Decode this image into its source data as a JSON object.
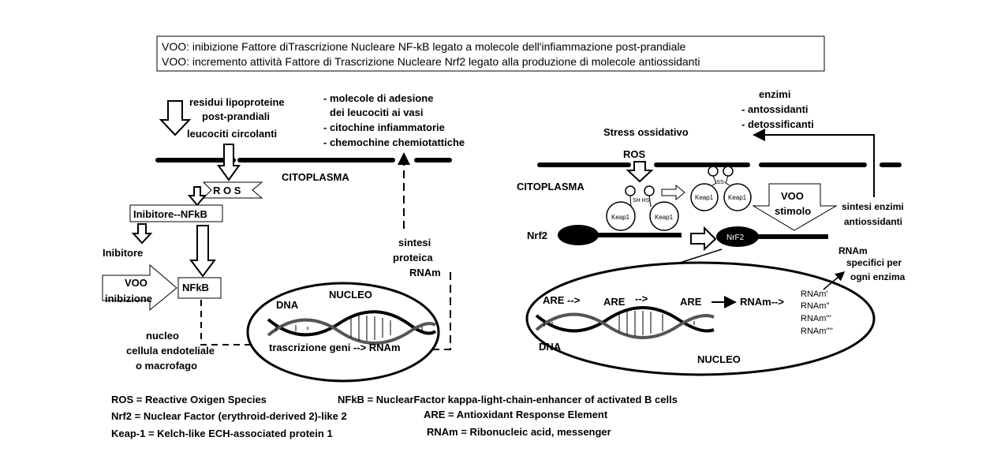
{
  "header": {
    "line1": "VOO: inibizione Fattore diTrascrizione Nucleare NF-kB  legato a molecole dell'infiammazione post-prandiale",
    "line2": "VOO: incremento attività Fattore di Trascrizione Nucleare Nrf2 legato alla produzione di molecole antiossidanti"
  },
  "left": {
    "residui": [
      "residui lipoproteine",
      "post-prandiali",
      "leucociti circolanti"
    ],
    "molecole": [
      "- molecole di adesione",
      "dei leucociti ai vasi",
      "- citochine infiammatorie",
      "- chemochine chemiotattiche"
    ],
    "citoplasma": "CITOPLASMA",
    "ros": "R O S",
    "inibitore_nfkb": "Inibitore--NFkB",
    "inibitore": "Inibitore",
    "voo": "VOO",
    "inibizione": "inibizione",
    "nfkb": "NFkB",
    "sintesi": [
      "sintesi",
      "proteica",
      "RNAm"
    ],
    "nucleo_desc": [
      "nucleo",
      "cellula endoteliale",
      "o macrofago"
    ],
    "dna": "DNA",
    "nucleo": "NUCLEO",
    "trascrizione": "trascrizione geni --> RNAm"
  },
  "right": {
    "enzimi": [
      "enzimi",
      "- antossidanti",
      "- detossificanti"
    ],
    "stress": "Stress ossidativo",
    "ros": "ROS",
    "citoplasma": "CITOPLASMA",
    "sh_hs": "SH HS",
    "ss": "-SS-",
    "keap1": "Keap1",
    "voo": "VOO",
    "stimolo": "stimolo",
    "sintesi_enzimi": [
      "sintesi enzimi",
      "antiossidanti"
    ],
    "nrf2": "Nrf2",
    "nrf2_box": "NrF2",
    "rnam": "RNAm",
    "specifici": [
      "specifici per",
      "ogni enzima"
    ],
    "are1": "ARE -->",
    "are2": "ARE",
    "arrow_small": "-->",
    "are3": "ARE",
    "rnam_arrow": "RNAm-->",
    "rnam_list": [
      "RNAm'",
      "RNAm''",
      "RNAm'''",
      "RNAm''''"
    ],
    "dna": "DNA",
    "nucleo": "NUCLEO"
  },
  "legend": {
    "ros": "ROS = Reactive Oxigen Species",
    "nfkb": "NFkB = NuclearFactor kappa-light-chain-enhancer of activated B cells",
    "nrf2": "Nrf2 = Nuclear Factor (erythroid-derived 2)-like 2",
    "are": "ARE = Antioxidant Response Element",
    "keap": "Keap-1 = Kelch-like ECH-associated protein 1",
    "rnam": "RNAm =  Ribonucleic acid, messenger"
  }
}
